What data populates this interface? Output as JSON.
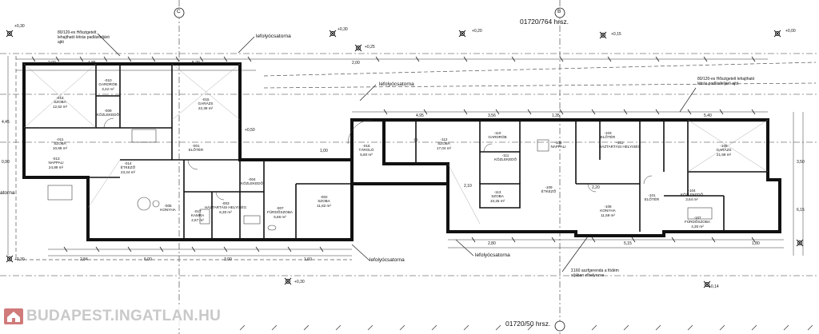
{
  "lot_top": "01720/764 hrsz.",
  "lot_bottom": "01720/50 hrsz.",
  "axes": {
    "left": "C",
    "right": "B"
  },
  "notes": {
    "ladder_left": "80/120-es Hőszigetelt lehajtható létrás padlásfeljáró ajtó",
    "ladder_right": "80/120-es Hőszigetelt lehajtható létrás padlásfeljáró ajtó",
    "pipe_note": "Σ160 aszfgerenda a födém síjában elhelyezve"
  },
  "downpipe_labels": [
    "lefolyócsatorna",
    "lefolyócsatorna",
    "lefolyócsatorna",
    "lefolyócsatorna"
  ],
  "side_label": "atorna",
  "levels": [
    "+0,30",
    "+0,20",
    "+0,15",
    "+0,00",
    "+0,30",
    "+0,25",
    "+0,50",
    "+0,30",
    "+0,14",
    "+0,30"
  ],
  "rooms": [
    {
      "num": "-012",
      "name": "SZOBA",
      "area": "12,62 m²"
    },
    {
      "num": "-011",
      "name": "SZOBA",
      "area": "10,68 m²"
    },
    {
      "num": "-010",
      "name": "GARDRÓB",
      "area": "3,42 m²"
    },
    {
      "num": "-009",
      "name": "KÖZLEKEDŐ",
      "area": ""
    },
    {
      "num": "-013",
      "name": "NAPPALI",
      "area": "24,89 m²"
    },
    {
      "num": "-014",
      "name": "ÉTKEZŐ",
      "area": "23,24 m²"
    },
    {
      "num": "-005",
      "name": "KONYHA",
      "area": ""
    },
    {
      "num": "-017",
      "name": "KAMRA",
      "area": "2,67 m²"
    },
    {
      "num": "-003",
      "name": "HÁZTARTÁSI HELYISÉG",
      "area": "6,30 m²"
    },
    {
      "num": "-001",
      "name": "ELŐTÉR",
      "area": ""
    },
    {
      "num": "-007",
      "name": "FÜRDŐSZOBA",
      "area": "5,66 m²"
    },
    {
      "num": "-004",
      "name": "KÖZLEKEDŐ",
      "area": ""
    },
    {
      "num": "-002",
      "name": "SZOBA",
      "area": "11,82 m²"
    },
    {
      "num": "-015",
      "name": "GARÁZS",
      "area": "22,39 m²"
    },
    {
      "num": "-016",
      "name": "TÁROLÓ",
      "area": "5,60 m²"
    },
    {
      "num": "-112",
      "name": "SZOBA",
      "area": "17,04 m²"
    },
    {
      "num": "-111",
      "name": "KÖZLEKEDŐ",
      "area": ""
    },
    {
      "num": "-110",
      "name": "GARDRÓB",
      "area": ""
    },
    {
      "num": "-113",
      "name": "SZOBA",
      "area": "10,25 m²"
    },
    {
      "num": "-109",
      "name": "ÉTKEZŐ",
      "area": ""
    },
    {
      "num": "-108",
      "name": "NAPPALI",
      "area": ""
    },
    {
      "num": "-106",
      "name": "KONYHA",
      "area": "11,59 m²"
    },
    {
      "num": "-102",
      "name": "HÁZTARTÁSI HELYISÉG",
      "area": ""
    },
    {
      "num": "-103",
      "name": "ELŐTÉR",
      "area": ""
    },
    {
      "num": "-101",
      "name": "ELŐTÉR",
      "area": ""
    },
    {
      "num": "-104",
      "name": "KÖZLEKEDŐ",
      "area": "3,64 m²"
    },
    {
      "num": "-107",
      "name": "FÜRDŐSZOBA",
      "area": "4,30 m²"
    },
    {
      "num": "-105",
      "name": "GARÁZS",
      "area": "21,68 m²"
    }
  ],
  "dims": [
    "2,00",
    "4,85",
    "5,20",
    "4,95",
    "3,56",
    "1,35",
    "5,40",
    "2,84",
    "6,00",
    "3,00",
    "1,60",
    "2,80",
    "2,10",
    "1,00",
    "2,20",
    "1,80",
    "3,50",
    "6,15",
    "4,45",
    "0,90",
    "5,15",
    "2,00"
  ],
  "watermark": "BUDAPEST.INGATLAN.HU"
}
